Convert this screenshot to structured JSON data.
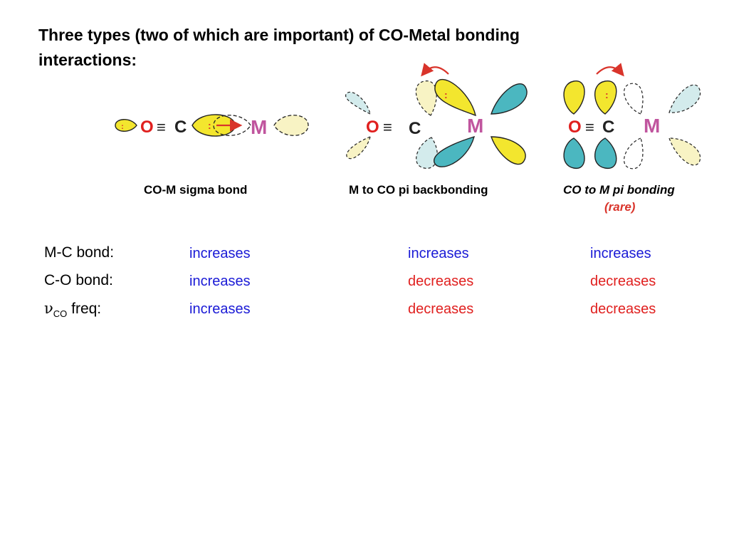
{
  "title": {
    "line1": "Three types (two of which are important) of CO-Metal bonding",
    "line2": "interactions:"
  },
  "atoms": {
    "o": "O",
    "triple_bond": "≡",
    "c": "C",
    "m": "M",
    "electron_pair": ":"
  },
  "diagrams": [
    {
      "caption": "CO-M sigma bond",
      "note": ""
    },
    {
      "caption": "M to CO pi backbonding",
      "note": ""
    },
    {
      "caption": "CO to M pi bonding",
      "note": "(rare)"
    }
  ],
  "table": {
    "row_labels": {
      "mc": "M-C bond:",
      "co": "C-O bond:",
      "freq_symbol": "ν",
      "freq_sub": "CO",
      "freq_rest": " freq:"
    },
    "rows": [
      [
        "increases",
        "increases",
        "increases"
      ],
      [
        "increases",
        "decreases",
        "decreases"
      ],
      [
        "increases",
        "decreases",
        "decreases"
      ]
    ]
  },
  "colors": {
    "increase": "#1a1ad6",
    "decrease": "#e0201f",
    "orbital_yellow": "#f3e62e",
    "orbital_pale_yellow": "#f8f3c4",
    "orbital_teal": "#4bb7c0",
    "orbital_pale_teal": "#d3ebec",
    "metal_label": "#c0559e",
    "oxygen_label": "#e0201f"
  }
}
